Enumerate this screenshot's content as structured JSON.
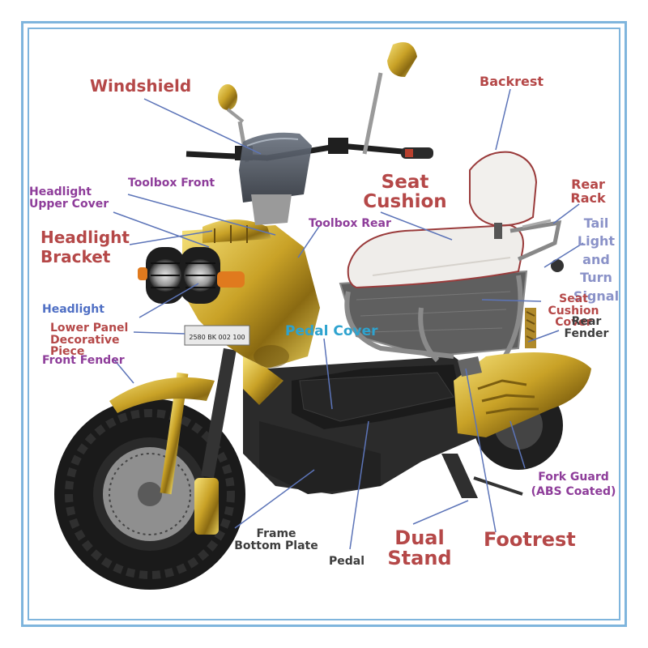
{
  "labels": {
    "windshield": "Windshield",
    "backrest": "Backrest",
    "toolbox_front": "Toolbox Front",
    "headlight_upper_cover": [
      "Headlight",
      "Upper Cover"
    ],
    "seat_cushion": [
      "Seat",
      "Cushion"
    ],
    "rear_rack": [
      "Rear",
      "Rack"
    ],
    "toolbox_rear": "Toolbox Rear",
    "headlight_bracket": [
      "Headlight",
      "Bracket"
    ],
    "tail_light": [
      "Tail",
      "Light",
      "and",
      "Turn",
      "Signal"
    ],
    "headlight": "Headlight",
    "seat_cushion_cover": [
      "Seat",
      "Cushion",
      "Cover"
    ],
    "rear_fender": [
      "Rear",
      "Fender"
    ],
    "lower_panel": [
      "Lower Panel",
      "Decorative",
      "Piece"
    ],
    "pedal_cover": "Pedal Cover",
    "front_fender": "Front Fender",
    "fork_guard": [
      "Fork Guard",
      "(ABS Coated)"
    ],
    "frame_bottom_plate": [
      "Frame",
      "Bottom Plate"
    ],
    "dual_stand": [
      "Dual",
      "Stand"
    ],
    "footrest": "Footrest",
    "pedal": "Pedal"
  },
  "plate_text": "2580 BK 002 100",
  "colors": {
    "frame": "#7fb5dd",
    "leader": "#5c74b8",
    "gold": "#c9a227",
    "label_red": "#b54848",
    "label_purple": "#8e3d9a",
    "label_blue": "#4f6fc4",
    "label_cyan": "#2ea3cf"
  }
}
